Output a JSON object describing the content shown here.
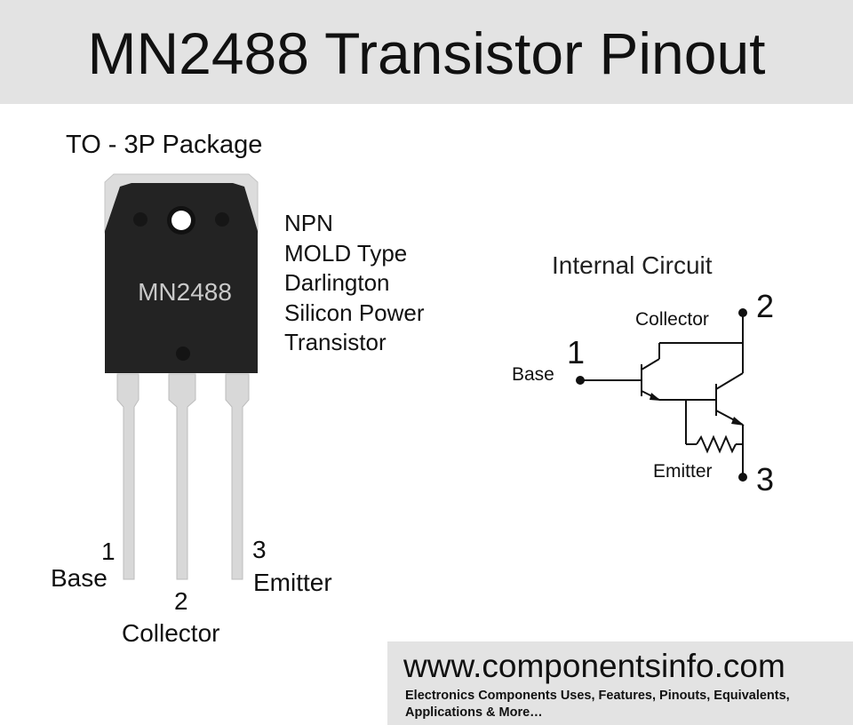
{
  "title": "MN2488 Transistor Pinout",
  "package": {
    "label": "TO - 3P Package",
    "marking": "MN2488"
  },
  "description": [
    "NPN",
    "MOLD Type",
    "Darlington",
    "Silicon Power",
    "Transistor"
  ],
  "pins": [
    {
      "number": "1",
      "name": "Base"
    },
    {
      "number": "2",
      "name": "Collector"
    },
    {
      "number": "3",
      "name": "Emitter"
    }
  ],
  "internal_circuit": {
    "title": "Internal Circuit",
    "base_number": "1",
    "base_label": "Base",
    "collector_number": "2",
    "collector_label": "Collector",
    "emitter_number": "3",
    "emitter_label": "Emitter"
  },
  "footer": {
    "url": "www.componentsinfo.com",
    "tagline": "Electronics Components Uses, Features, Pinouts, Equivalents, Applications & More…"
  },
  "colors": {
    "header_bg": "#e3e3e3",
    "body_black": "#1f1f1f",
    "metal": "#d8d8d8"
  }
}
